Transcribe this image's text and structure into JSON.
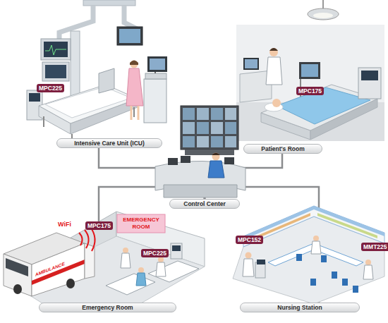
{
  "diagram": {
    "nodes": [
      {
        "text": [
          "Intensive Care Unit (ICU)"
        ]
      },
      {
        "text": [
          "Patient's Room"
        ]
      },
      {
        "text": [
          "Control Center"
        ]
      },
      {
        "text": [
          "Emergency Room"
        ]
      },
      {
        "text": [
          "Nursing Station"
        ]
      }
    ],
    "edges": [
      {
        "from": 0,
        "to": 2,
        "arrow": "none"
      },
      {
        "from": 1,
        "to": 2,
        "arrow": "none"
      },
      {
        "from": 2,
        "to": 3,
        "arrow": "none"
      },
      {
        "from": 2,
        "to": 4,
        "arrow": "none"
      }
    ],
    "labels": [
      "MPC225",
      "MPC175",
      "WiFi",
      "AMBULANCE",
      "EMERGENCY ROOM",
      "MPC175",
      "MPC225",
      "MPC152",
      "MMT225"
    ]
  }
}
